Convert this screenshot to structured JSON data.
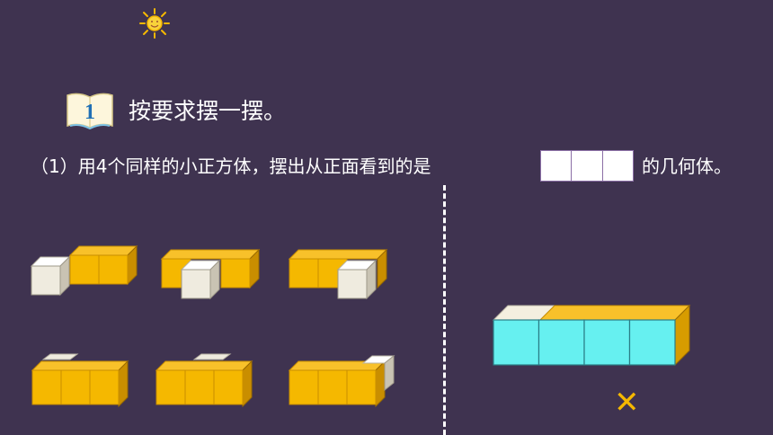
{
  "heading": {
    "number": "1",
    "text": "按要求摆一摆。"
  },
  "question": {
    "text_before": "（1）用4个同样的小正方体，摆出从正面看到的是",
    "front_view_squares": 3,
    "text_after": "的几何体。"
  },
  "answer_mark": "✕",
  "colors": {
    "background": "#3f3350",
    "cube_orange": "#f5b800",
    "cube_white": "#efebdf",
    "cube_cyan": "#66f0f0",
    "mark": "#f5b800"
  },
  "icons": {
    "decoration": "sun-icon",
    "section_marker": "open-book-icon"
  }
}
